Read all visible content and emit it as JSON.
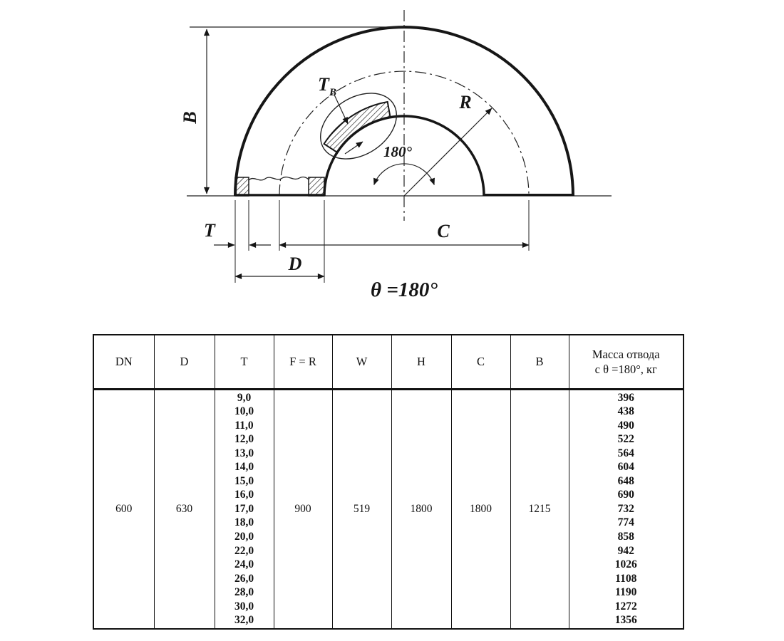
{
  "drawing": {
    "labels": {
      "b": "B",
      "t": "T",
      "tb_main": "T",
      "tb_sub": "В",
      "d": "D",
      "c": "C",
      "r": "R",
      "angle_180": "180°",
      "theta_caption": "θ =180°"
    }
  },
  "table": {
    "headers": [
      "DN",
      "D",
      "T",
      "F = R",
      "W",
      "H",
      "C",
      "B",
      "Масса отвода\nс θ =180°, кг"
    ],
    "row": {
      "dn": "600",
      "d": "630",
      "t_values": [
        "9,0",
        "10,0",
        "11,0",
        "12,0",
        "13,0",
        "14,0",
        "15,0",
        "16,0",
        "17,0",
        "18,0",
        "20,0",
        "22,0",
        "24,0",
        "26,0",
        "28,0",
        "30,0",
        "32,0"
      ],
      "f_r": "900",
      "w": "519",
      "h": "1800",
      "c": "1800",
      "b": "1215",
      "mass_values": [
        "396",
        "438",
        "490",
        "522",
        "564",
        "604",
        "648",
        "690",
        "732",
        "774",
        "858",
        "942",
        "1026",
        "1108",
        "1190",
        "1272",
        "1356"
      ]
    }
  }
}
